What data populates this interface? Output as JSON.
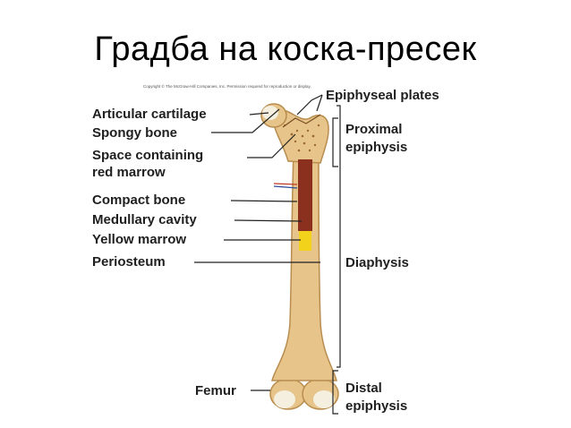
{
  "slide": {
    "title": "Градба на коска-пресек"
  },
  "figure": {
    "copyright": "Copyright © The McGraw-Hill Companies, Inc. Permission required for reproduction or display.",
    "left_labels": {
      "articular_cartilage": "Articular cartilage",
      "spongy_bone": "Spongy bone",
      "space_containing_1": "Space containing",
      "space_containing_2": "red marrow",
      "compact_bone": "Compact bone",
      "medullary_cavity": "Medullary cavity",
      "yellow_marrow": "Yellow marrow",
      "periosteum": "Periosteum",
      "femur": "Femur"
    },
    "right_labels": {
      "epiphyseal_plates": "Epiphyseal plates",
      "proximal_1": "Proximal",
      "proximal_2": "epiphysis",
      "diaphysis": "Diaphysis",
      "distal_1": "Distal",
      "distal_2": "epiphysis"
    },
    "colors": {
      "bone": "#e6c48a",
      "bone_dark": "#b98d4f",
      "red_marrow": "#8b2f1e",
      "yellow_marrow": "#f2d21b",
      "cartilage": "#f5efe0",
      "vessel_red": "#c0392b",
      "vessel_blue": "#2c4a9a"
    }
  }
}
